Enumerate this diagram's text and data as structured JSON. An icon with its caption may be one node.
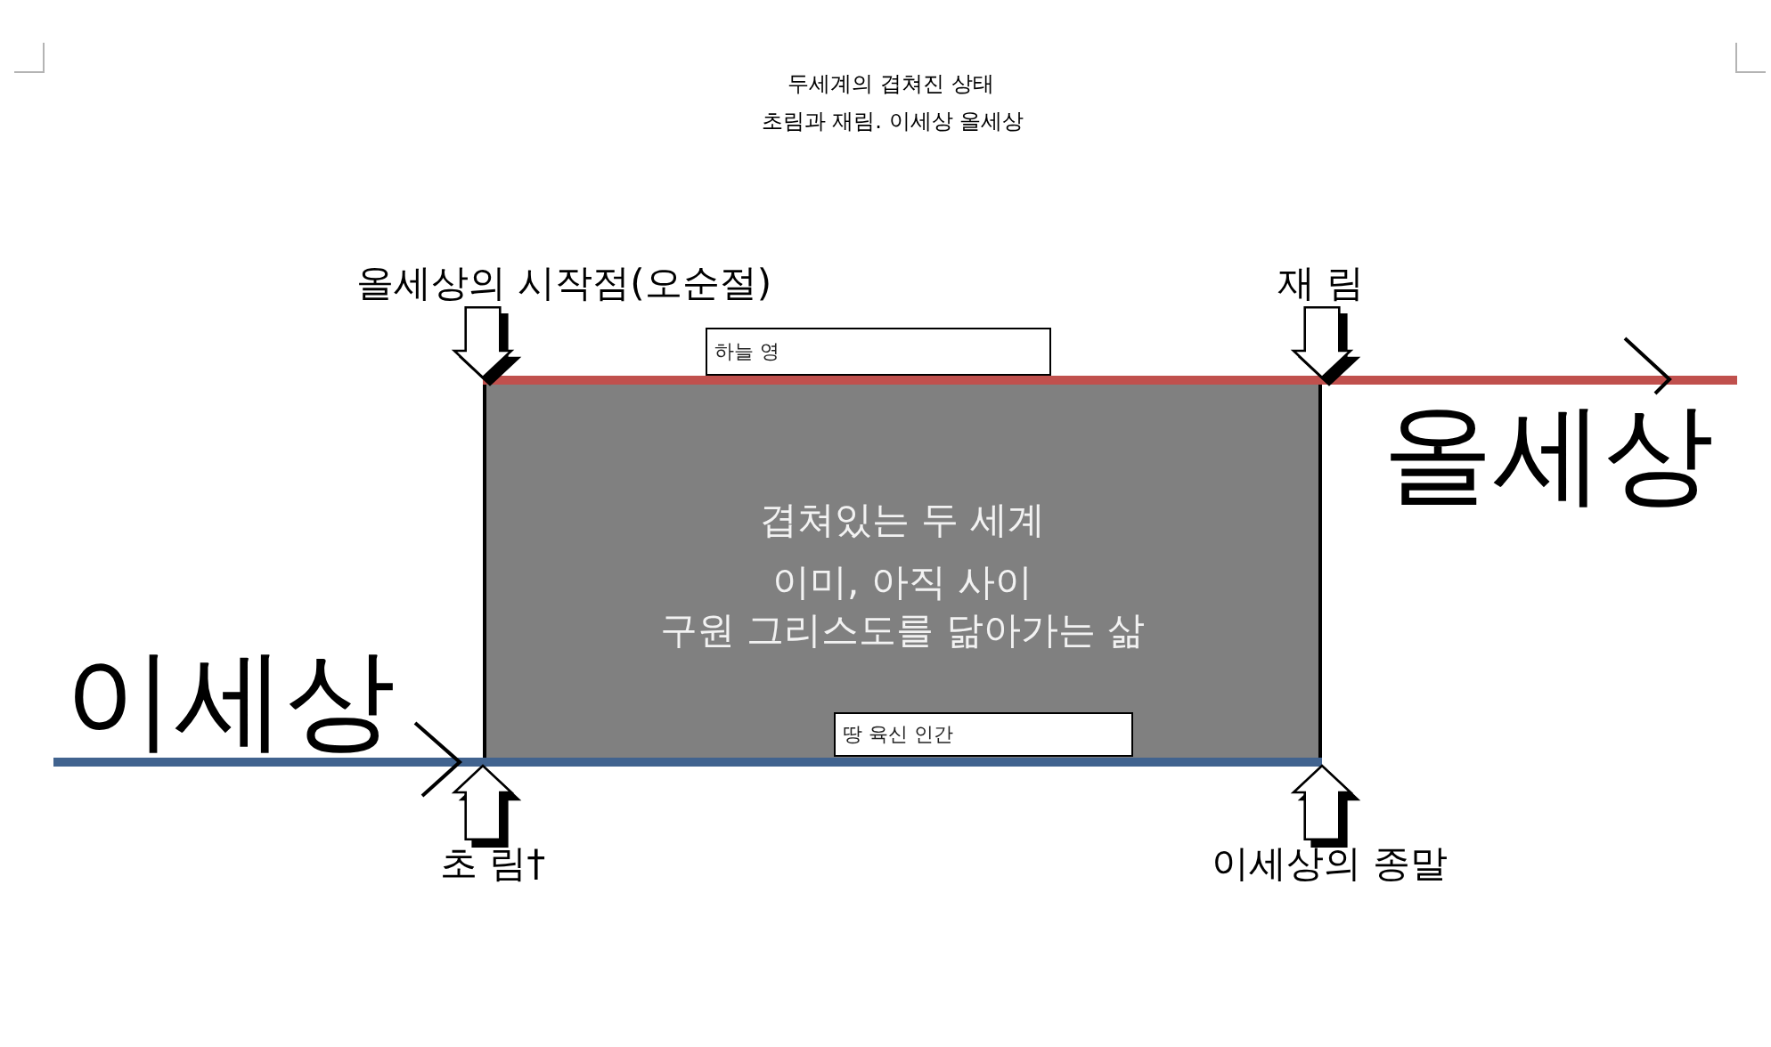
{
  "diagram": {
    "title": "두세계의 겹쳐진 상태",
    "nodes": [
      {
        "text": [
          "올세상의 시작점(오순절)"
        ]
      },
      {
        "text": [
          "재 림"
        ]
      },
      {
        "text": [
          "하늘 영"
        ]
      },
      {
        "text": [
          "겹쳐있는 두 세계",
          "이미, 아직 사이 구원 그리스도를 닮아가는 삶"
        ]
      },
      {
        "text": [
          "땅 육신 인간"
        ],
        "in": 3
      },
      {
        "text": [
          "초 림†"
        ]
      },
      {
        "text": [
          "이세상의 종말"
        ]
      }
    ],
    "edges": [
      {
        "from": 0,
        "to": 3,
        "arrow": "to"
      },
      {
        "from": 1,
        "to": 3,
        "arrow": "to"
      },
      {
        "from": 5,
        "to": 3,
        "arrow": "to"
      },
      {
        "from": 6,
        "to": 3,
        "arrow": "to"
      }
    ],
    "labels": [
      "초림과 재림. 이세상 올세상",
      "올세상",
      "이세상"
    ]
  }
}
